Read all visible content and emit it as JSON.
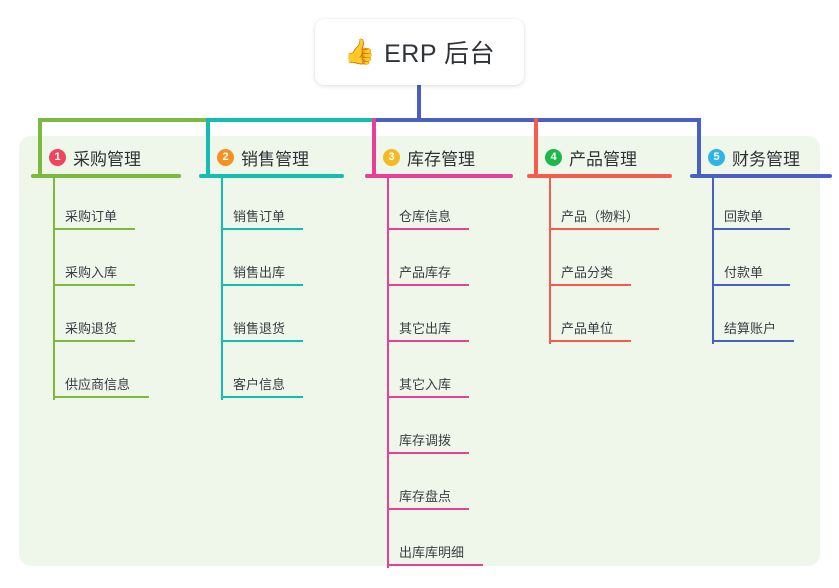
{
  "root": {
    "icon": "thumbs-up-icon",
    "emoji": "👍",
    "title": "ERP 后台"
  },
  "theme": {
    "panel_bg": "#eef7ea",
    "card_bg": "#ffffff",
    "text": "#2f3237",
    "item_text": "#3a3d42",
    "spine_vertical": "#4a5ec4",
    "bar_green": "#7cb93f",
    "bar_teal": "#14bdb0",
    "bar_indigo": "#4a5ec4"
  },
  "chart_data": {
    "type": "tree",
    "title": "ERP 后台",
    "root": "ERP 后台",
    "branch_count": 5,
    "branches": [
      {
        "index": "1",
        "label": "采购管理",
        "badge_color": "#f0455f",
        "line_color": "#7cb93f",
        "children": [
          "采购订单",
          "采购入库",
          "采购退货",
          "供应商信息"
        ]
      },
      {
        "index": "2",
        "label": "销售管理",
        "badge_color": "#f59122",
        "line_color": "#14bdb0",
        "children": [
          "销售订单",
          "销售出库",
          "销售退货",
          "客户信息"
        ]
      },
      {
        "index": "3",
        "label": "库存管理",
        "badge_color": "#f5b921",
        "line_color": "#ea3f96",
        "children": [
          "仓库信息",
          "产品库存",
          "其它出库",
          "其它入库",
          "库存调拨",
          "库存盘点",
          "出库库明细"
        ]
      },
      {
        "index": "4",
        "label": "产品管理",
        "badge_color": "#1bb84a",
        "line_color": "#f55c4e",
        "children": [
          "产品（物料）",
          "产品分类",
          "产品单位"
        ]
      },
      {
        "index": "5",
        "label": "财务管理",
        "badge_color": "#2eb4e6",
        "line_color": "#4a5ec4",
        "children": [
          "回款单",
          "付款单",
          "结算账户"
        ]
      }
    ]
  }
}
